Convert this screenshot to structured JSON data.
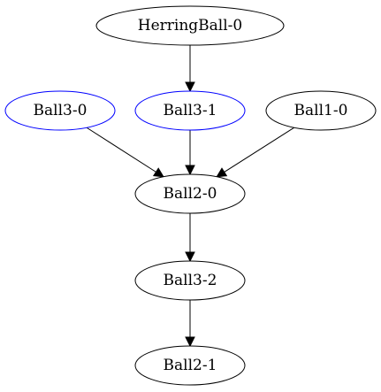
{
  "graph": {
    "nodes": [
      {
        "id": "HerringBall-0",
        "label": "HerringBall-0",
        "color": "#000000"
      },
      {
        "id": "Ball3-0",
        "label": "Ball3-0",
        "color": "#0000ff"
      },
      {
        "id": "Ball3-1",
        "label": "Ball3-1",
        "color": "#0000ff"
      },
      {
        "id": "Ball1-0",
        "label": "Ball1-0",
        "color": "#000000"
      },
      {
        "id": "Ball2-0",
        "label": "Ball2-0",
        "color": "#000000"
      },
      {
        "id": "Ball3-2",
        "label": "Ball3-2",
        "color": "#000000"
      },
      {
        "id": "Ball2-1",
        "label": "Ball2-1",
        "color": "#000000"
      }
    ],
    "edges": [
      {
        "from": "HerringBall-0",
        "to": "Ball3-1"
      },
      {
        "from": "Ball3-0",
        "to": "Ball2-0"
      },
      {
        "from": "Ball3-1",
        "to": "Ball2-0"
      },
      {
        "from": "Ball1-0",
        "to": "Ball2-0"
      },
      {
        "from": "Ball2-0",
        "to": "Ball3-2"
      },
      {
        "from": "Ball3-2",
        "to": "Ball2-1"
      }
    ]
  }
}
